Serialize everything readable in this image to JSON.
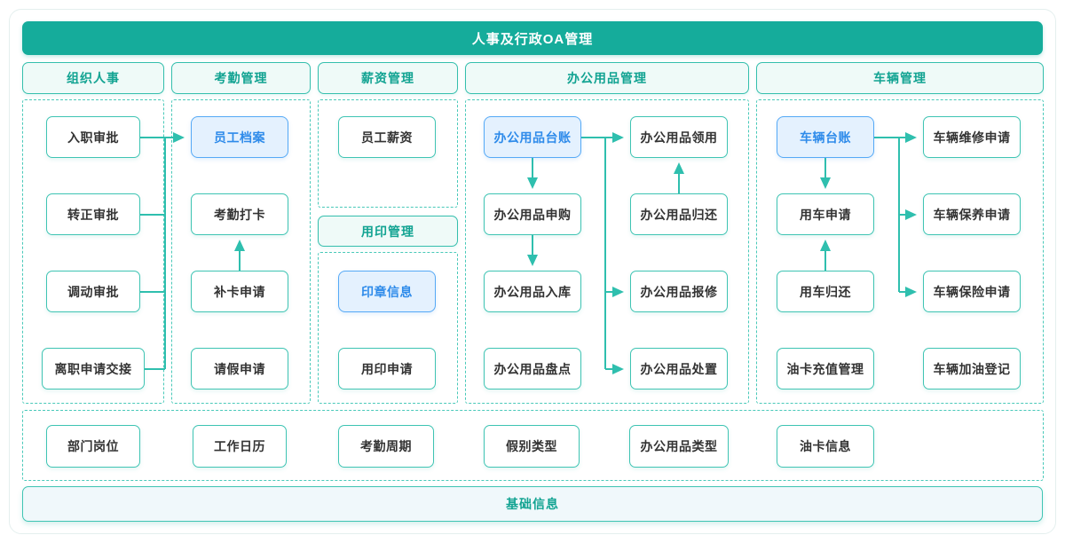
{
  "title": "人事及行政OA管理",
  "footer": "基础信息",
  "columns": [
    {
      "header": "组织人事",
      "items": [
        "入职审批",
        "转正审批",
        "调动审批",
        "离职申请交接"
      ]
    },
    {
      "header": "考勤管理",
      "items": [
        "员工档案",
        "考勤打卡",
        "补卡申请",
        "请假申请"
      ]
    },
    {
      "header": "薪资管理",
      "items": [
        "员工薪资"
      ],
      "sub_header": "用印管理",
      "sub_items": [
        "印章信息",
        "用印申请"
      ]
    },
    {
      "header": "办公用品管理",
      "left": [
        "办公用品台账",
        "办公用品申购",
        "办公用品入库",
        "办公用品盘点"
      ],
      "right": [
        "办公用品领用",
        "办公用品归还",
        "办公用品报修",
        "办公用品处置"
      ]
    },
    {
      "header": "车辆管理",
      "left": [
        "车辆台账",
        "用车申请",
        "用车归还",
        "油卡充值管理"
      ],
      "right": [
        "车辆维修申请",
        "车辆保养申请",
        "车辆保险申请",
        "车辆加油登记"
      ]
    }
  ],
  "base_row": [
    "部门岗位",
    "工作日历",
    "考勤周期",
    "假别类型",
    "办公用品类型",
    "油卡信息"
  ],
  "highlighted_nodes": [
    "员工档案",
    "印章信息",
    "办公用品台账",
    "车辆台账"
  ],
  "edges": [
    {
      "from": "入职审批",
      "to": "员工档案"
    },
    {
      "from": "转正审批",
      "to": "员工档案"
    },
    {
      "from": "调动审批",
      "to": "员工档案"
    },
    {
      "from": "离职申请交接",
      "to": "员工档案"
    },
    {
      "from": "补卡申请",
      "to": "考勤打卡"
    },
    {
      "from": "办公用品台账",
      "to": "办公用品申购"
    },
    {
      "from": "办公用品申购",
      "to": "办公用品入库"
    },
    {
      "from": "办公用品台账",
      "to": "办公用品领用"
    },
    {
      "from": "办公用品台账",
      "to": "办公用品报修"
    },
    {
      "from": "办公用品台账",
      "to": "办公用品处置"
    },
    {
      "from": "办公用品归还",
      "to": "办公用品领用"
    },
    {
      "from": "车辆台账",
      "to": "用车申请"
    },
    {
      "from": "用车归还",
      "to": "用车申请"
    },
    {
      "from": "车辆台账",
      "to": "车辆维修申请"
    },
    {
      "from": "车辆台账",
      "to": "车辆保养申请"
    },
    {
      "from": "车辆台账",
      "to": "车辆保险申请"
    }
  ],
  "colors": {
    "primary_teal": "#15ac9b",
    "line_teal": "#2fbfae",
    "border_teal": "#3fc4b3",
    "dashed_teal": "#49c9b9",
    "header_bg": "#effaf8",
    "header_text": "#12a392",
    "highlight_blue_border": "#55a9f6",
    "highlight_blue_bg": "#e4f1fe",
    "highlight_blue_text": "#2e8bea",
    "node_text": "#333333",
    "footer_bg": "#f0f8fb"
  }
}
